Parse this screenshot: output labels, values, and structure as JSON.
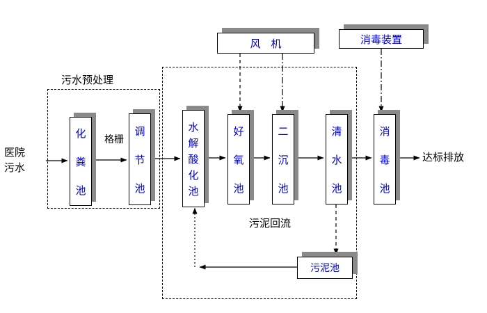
{
  "labels": {
    "influent": "医院污水",
    "pretreatment": "污水预处理",
    "grid": "格栅",
    "fan": "风　机",
    "disinfect_device": "消毒装置",
    "sludge_return": "污泥回流",
    "effluent": "达标排放"
  },
  "tanks": {
    "septic": "化粪池",
    "regulating": "调节池",
    "hydrolysis": "水解酸化池",
    "aerobic": "好氧池",
    "secondary_sedimentation": "二沉池",
    "clear_water": "清水池",
    "disinfection": "消毒池",
    "sludge": "污泥池"
  },
  "colors": {
    "tank_text": "#0000cc",
    "shadow": "#8a8a8a",
    "line": "#000000",
    "background": "#ffffff"
  }
}
